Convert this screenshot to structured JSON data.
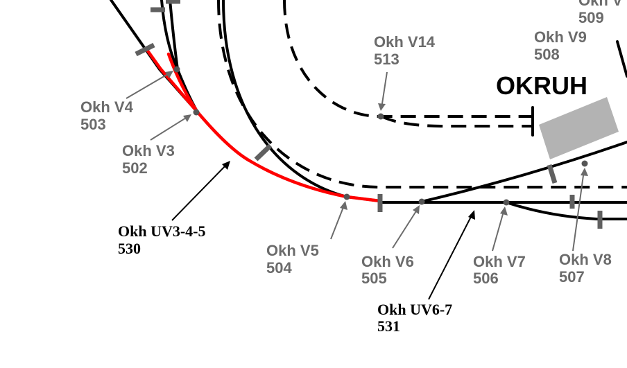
{
  "title": "OKRUH",
  "points": [
    {
      "id": "v3",
      "name": "Okh V3",
      "number": "502"
    },
    {
      "id": "v4",
      "name": "Okh V4",
      "number": "503"
    },
    {
      "id": "v5",
      "name": "Okh V5",
      "number": "504"
    },
    {
      "id": "v6",
      "name": "Okh V6",
      "number": "505"
    },
    {
      "id": "v7",
      "name": "Okh V7",
      "number": "506"
    },
    {
      "id": "v8",
      "name": "Okh V8",
      "number": "507"
    },
    {
      "id": "v9",
      "name": "Okh V9",
      "number": "508"
    },
    {
      "id": "v10",
      "name": "Okh V",
      "number": "509"
    },
    {
      "id": "v14",
      "name": "Okh V14",
      "number": "513"
    }
  ],
  "routes": [
    {
      "id": "uv345",
      "name": "Okh UV3-4-5",
      "number": "530"
    },
    {
      "id": "uv67",
      "name": "Okh UV6-7",
      "number": "531"
    }
  ],
  "colors": {
    "track": "#000000",
    "active_route": "#ff0000",
    "label_gray": "#6b6b6b",
    "insulation": "#606060",
    "building": "#b3b3b3"
  }
}
